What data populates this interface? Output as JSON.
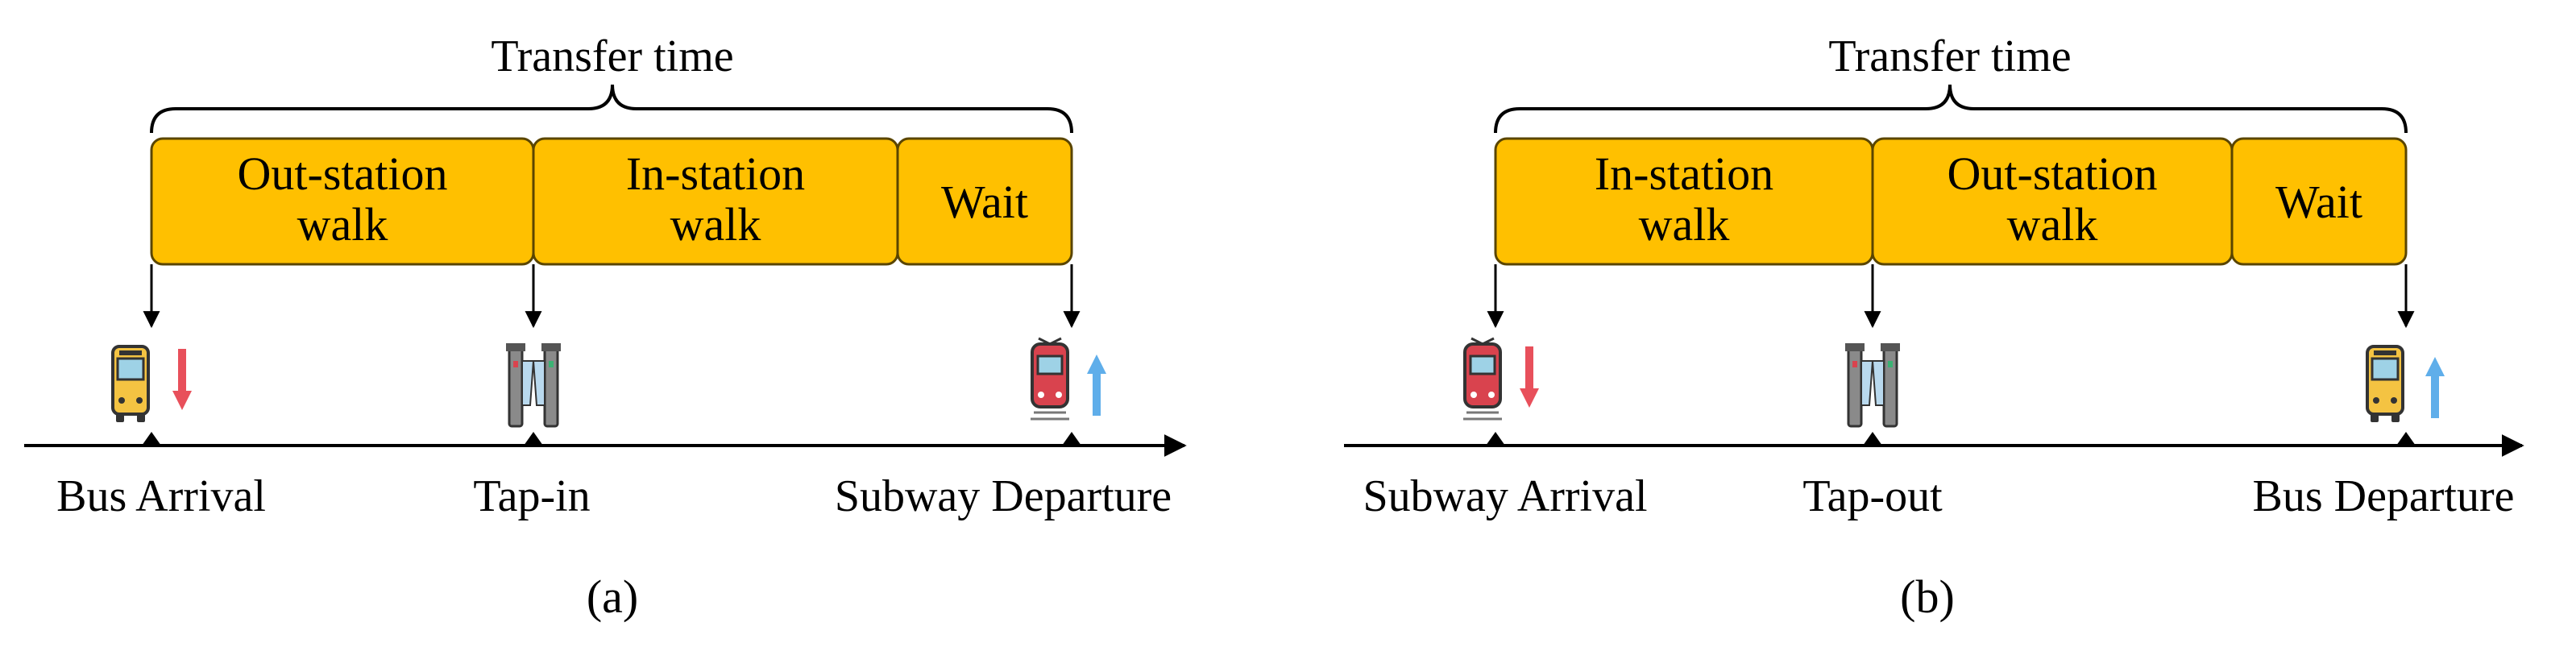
{
  "panels": [
    {
      "id": "a",
      "caption": "(a)",
      "bracket_label": "Transfer time",
      "segments": [
        {
          "line1": "Out-station",
          "line2": "walk"
        },
        {
          "line1": "In-station",
          "line2": "walk"
        },
        {
          "line1": "Wait",
          "line2": ""
        }
      ],
      "events": [
        {
          "label": "Bus Arrival",
          "icon": "bus-arrival-icon"
        },
        {
          "label": "Tap-in",
          "icon": "turnstile-icon"
        },
        {
          "label": "Subway Departure",
          "icon": "subway-departure-icon"
        }
      ]
    },
    {
      "id": "b",
      "caption": "(b)",
      "bracket_label": "Transfer time",
      "segments": [
        {
          "line1": "In-station",
          "line2": "walk"
        },
        {
          "line1": "Out-station",
          "line2": "walk"
        },
        {
          "line1": "Wait",
          "line2": ""
        }
      ],
      "events": [
        {
          "label": "Subway Arrival",
          "icon": "subway-arrival-icon"
        },
        {
          "label": "Tap-out",
          "icon": "turnstile-icon"
        },
        {
          "label": "Bus Departure",
          "icon": "bus-departure-icon"
        }
      ]
    }
  ],
  "colors": {
    "segment_fill": "#FFC000",
    "segment_stroke": "#5A4500",
    "bus_body": "#F4C342",
    "subway_body": "#D9434E",
    "down_arrow": "#E8505B",
    "up_arrow": "#5FAEEA",
    "turnstile": "#8A8A8A"
  }
}
